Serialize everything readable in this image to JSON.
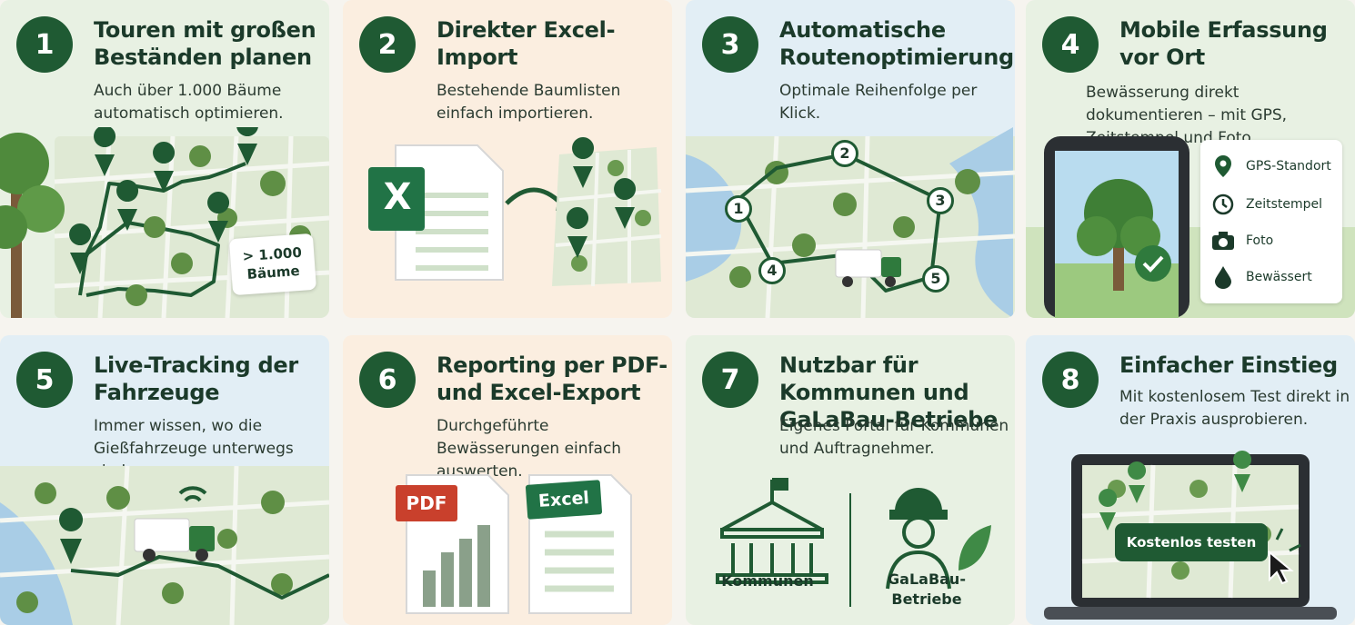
{
  "cards": [
    {
      "num": "1",
      "title": "Touren mit großen Beständen planen",
      "subtitle": "Auch über 1.000 Bäume automatisch optimieren.",
      "badge": "> 1.000 Bäume"
    },
    {
      "num": "2",
      "title": "Direkter Excel-Import",
      "subtitle": "Bestehende Baumlisten einfach importieren.",
      "excel_letter": "X"
    },
    {
      "num": "3",
      "title": "Automatische Routenoptimierung",
      "subtitle": "Optimale Reihenfolge per Klick.",
      "stops": [
        "1",
        "2",
        "3",
        "4",
        "5"
      ]
    },
    {
      "num": "4",
      "title": "Mobile Erfassung vor Ort",
      "subtitle": "Bewässerung direkt dokumentieren – mit GPS, Zeitstempel und Foto.",
      "info": [
        {
          "icon": "location-pin-icon",
          "label": "GPS-Standort"
        },
        {
          "icon": "clock-icon",
          "label": "Zeitstempel"
        },
        {
          "icon": "camera-icon",
          "label": "Foto"
        },
        {
          "icon": "water-drop-icon",
          "label": "Bewässert"
        }
      ]
    },
    {
      "num": "5",
      "title": "Live-Tracking der Fahrzeuge",
      "subtitle": "Immer wissen, wo die Gießfahrzeuge unterwegs sind."
    },
    {
      "num": "6",
      "title": "Reporting per PDF- und Excel-Export",
      "subtitle": "Durchgeführte Bewässerungen einfach auswerten.",
      "pdf_label": "PDF",
      "excel_label": "Excel"
    },
    {
      "num": "7",
      "title": "Nutzbar für Kommunen und GaLaBau-Betriebe",
      "subtitle": "Eigenes Portal für Kommunen und Auftragnehmer.",
      "left_label": "Kommunen",
      "right_label": "GaLaBau-Betriebe"
    },
    {
      "num": "8",
      "title": "Einfacher Einstieg",
      "subtitle": "Mit kostenlosem Test direkt in der Praxis ausprobieren.",
      "cta": "Kostenlos testen"
    }
  ],
  "colors": {
    "primary": "#1f5a33",
    "green_bg": "#e8f1e3",
    "peach_bg": "#fbeee0",
    "blue_bg": "#e2eef5",
    "excel": "#217346",
    "pdf": "#c9402c"
  }
}
